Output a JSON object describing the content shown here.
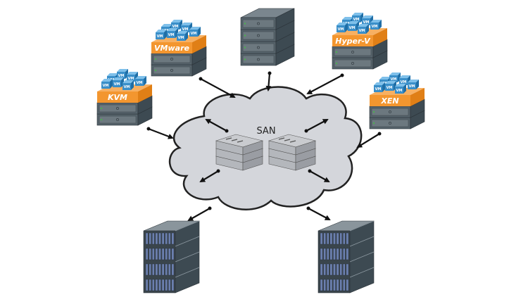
{
  "diagram": {
    "title": "SAN",
    "hypervisors": [
      {
        "id": "vmware",
        "label": "VMware",
        "vm_label": "VM",
        "vm_count": 7
      },
      {
        "id": "kvm",
        "label": "KVM",
        "vm_label": "VM",
        "vm_count": 7
      },
      {
        "id": "hyperv",
        "label": "Hyper-V",
        "vm_label": "VM",
        "vm_count": 7
      },
      {
        "id": "xen",
        "label": "XEN",
        "vm_label": "VM",
        "vm_count": 7
      }
    ],
    "standalone_server": {
      "id": "server-top",
      "units": 4
    },
    "storage_arrays": [
      {
        "id": "storage-left",
        "shelves": 4
      },
      {
        "id": "storage-right",
        "shelves": 4
      }
    ],
    "san_switches": [
      {
        "id": "switch-left",
        "layers": 3
      },
      {
        "id": "switch-right",
        "layers": 3
      }
    ],
    "connections": [
      {
        "from": "vmware",
        "to": "SAN",
        "direction": "one-way"
      },
      {
        "from": "kvm",
        "to": "SAN",
        "direction": "one-way"
      },
      {
        "from": "server-top",
        "to": "SAN",
        "direction": "one-way"
      },
      {
        "from": "hyperv",
        "to": "SAN",
        "direction": "one-way"
      },
      {
        "from": "xen",
        "to": "SAN",
        "direction": "one-way"
      },
      {
        "from": "SAN",
        "to": "storage-left",
        "direction": "two-way"
      },
      {
        "from": "SAN",
        "to": "storage-right",
        "direction": "two-way"
      },
      {
        "from": "switch-left",
        "to": "SAN",
        "direction": "two-way"
      },
      {
        "from": "switch-right",
        "to": "SAN",
        "direction": "two-way"
      }
    ],
    "colors": {
      "vm_blue": "#3a8fc9",
      "hypervisor_orange": "#f3962f",
      "server_dark": "#3d4a52",
      "server_front": "#56636b",
      "cloud_fill": "#d4d6db",
      "cloud_stroke": "#222222",
      "storage_drive": "#6b7fae"
    }
  }
}
